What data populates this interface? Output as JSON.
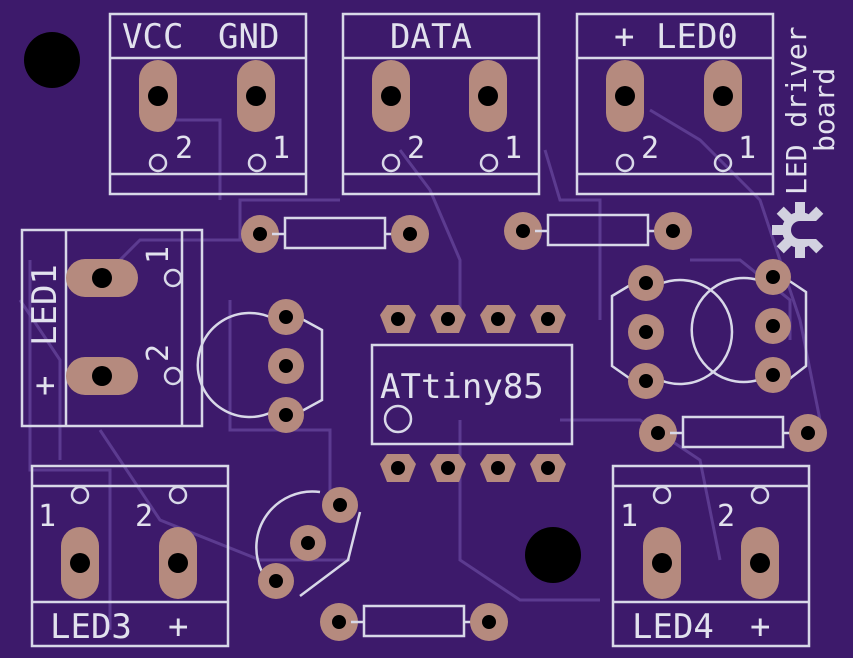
{
  "board": {
    "background": "#3d1a6b",
    "silkscreen_color": "#e2e2ee",
    "pad_color": "#b58a7e"
  },
  "connectors": {
    "power": {
      "label_a": "VCC",
      "label_b": "GND",
      "pin_a": "2",
      "pin_b": "1"
    },
    "data": {
      "label": "DATA",
      "pin_a": "2",
      "pin_b": "1"
    },
    "led0": {
      "label_a": "+",
      "label_b": "LED0",
      "pin_a": "2",
      "pin_b": "1"
    },
    "led1": {
      "label_a": "LED1",
      "label_b": "+",
      "pin_a": "1",
      "pin_b": "2"
    },
    "led3": {
      "label_a": "LED3",
      "label_b": "+",
      "pin_a": "1",
      "pin_b": "2"
    },
    "led4": {
      "label_a": "LED4",
      "label_b": "+",
      "pin_a": "1",
      "pin_b": "2"
    }
  },
  "chip": {
    "label": "ATtiny85"
  },
  "board_title": {
    "line1": "LED driver",
    "line2": "board"
  },
  "icons": {
    "logo": "gear-icon"
  }
}
